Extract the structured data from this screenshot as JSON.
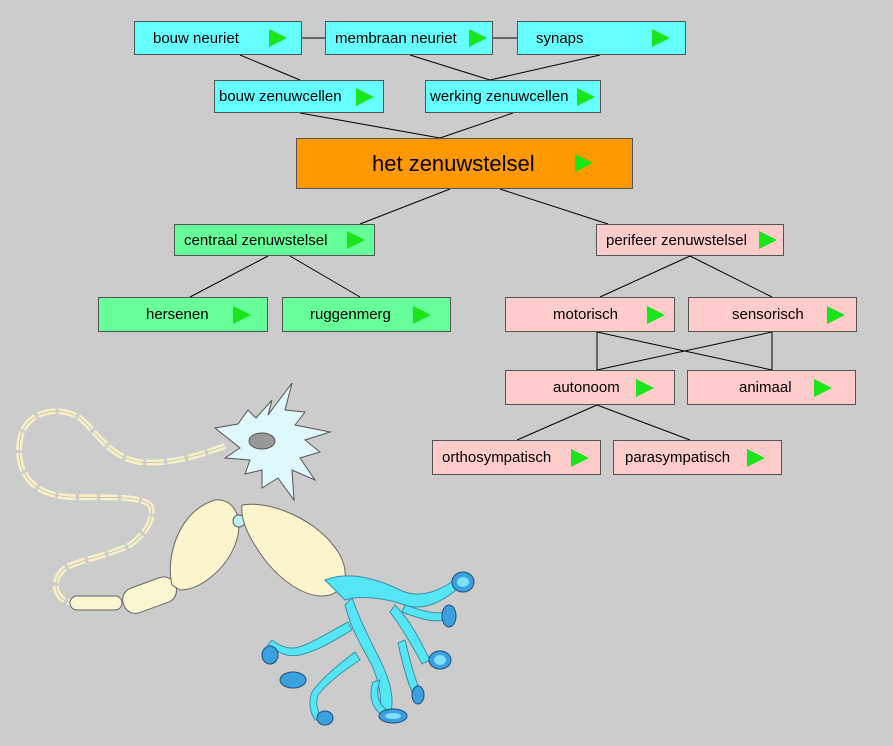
{
  "nodes": {
    "bouw_neuriet": "bouw neuriet",
    "membraan_neuriet": "membraan neuriet",
    "synaps": "synaps",
    "bouw_zenuwcellen": "bouw zenuwcellen",
    "werking_zenuwcellen": "werking zenuwcellen",
    "het_zenuwstelsel": "het zenuwstelsel",
    "centraal_zenuwstelsel": "centraal zenuwstelsel",
    "perifeer_zenuwstelsel": "perifeer zenuwstelsel",
    "hersenen": "hersenen",
    "ruggenmerg": "ruggenmerg",
    "motorisch": "motorisch",
    "sensorisch": "sensorisch",
    "autonoom": "autonoom",
    "animaal": "animaal",
    "orthosympatisch": "orthosympatisch",
    "parasympatisch": "parasympatisch"
  },
  "colors": {
    "cyan": "#66ffff",
    "orange": "#ff9900",
    "green": "#66ff99",
    "pink": "#ffcccc",
    "arrow": "#19e619",
    "background": "#cccccc"
  },
  "icons": {
    "node_arrow": "play-arrow-icon",
    "illustration": "neuron-illustration"
  }
}
